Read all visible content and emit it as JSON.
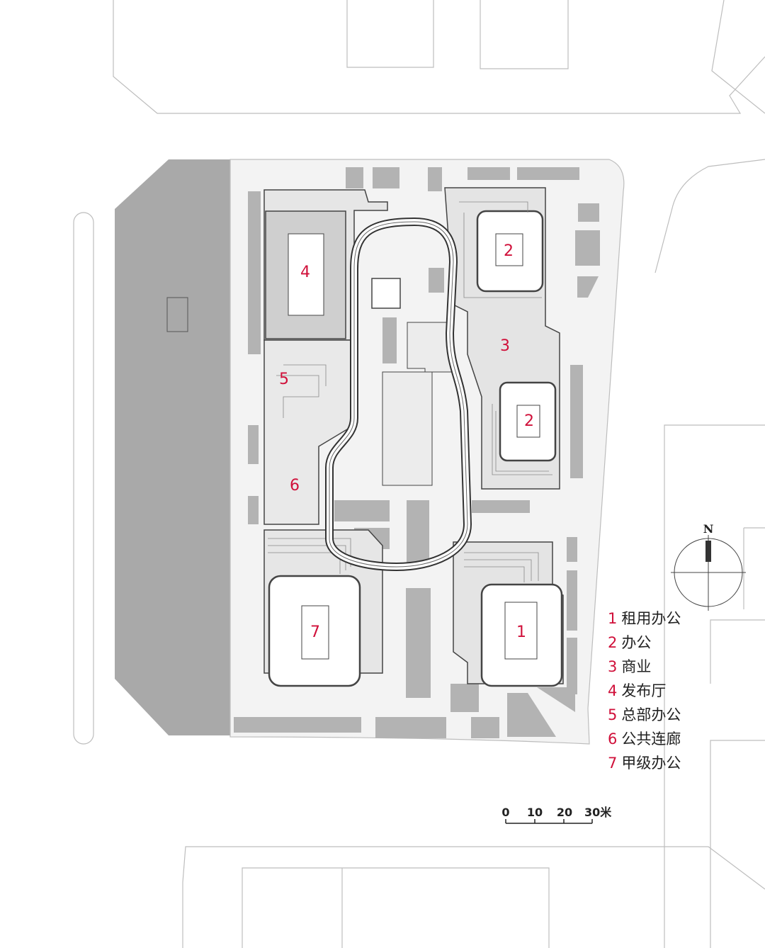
{
  "building_numbers": {
    "b4": "4",
    "b2_north": "2",
    "b3": "3",
    "b2_south": "2",
    "b5": "5",
    "b6": "6",
    "b7": "7",
    "b1": "1"
  },
  "legend": [
    {
      "num": "1",
      "label": "租用办公"
    },
    {
      "num": "2",
      "label": "办公"
    },
    {
      "num": "3",
      "label": "商业"
    },
    {
      "num": "4",
      "label": "发布厅"
    },
    {
      "num": "5",
      "label": "总部办公"
    },
    {
      "num": "6",
      "label": "公共连廊"
    },
    {
      "num": "7",
      "label": "甲级办公"
    }
  ],
  "scale_bar": {
    "ticks": [
      "0",
      "10",
      "20"
    ],
    "last": "30米"
  },
  "north_arrow": {
    "letter": "N"
  },
  "colors": {
    "accent": "#d0103a",
    "gray_block": "#a9a9a9",
    "light_gray": "#e4e4e4",
    "line": "#555555"
  }
}
